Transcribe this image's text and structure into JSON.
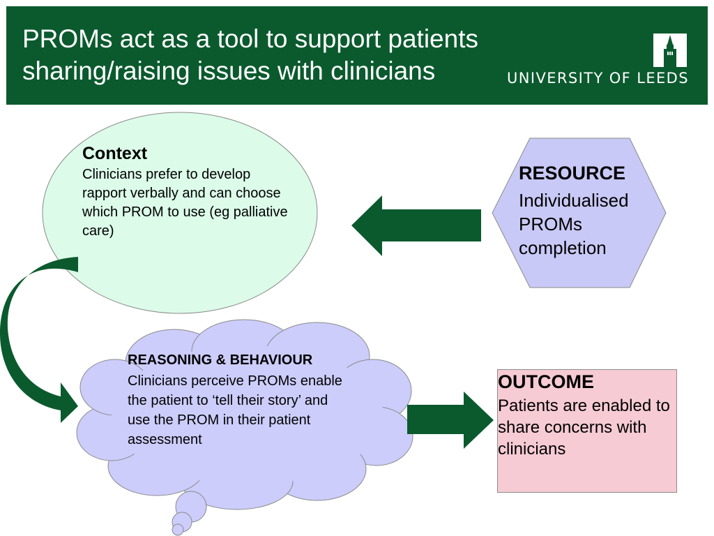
{
  "header": {
    "title_line1": "PROMs act as a tool to support patients",
    "title_line2": "sharing/raising issues with clinicians",
    "logo_text": "UNIVERSITY OF LEEDS",
    "background_color": "#0b5a2e"
  },
  "context": {
    "heading": "Context",
    "body": "Clinicians prefer to develop rapport verbally and can choose which PROM to use (eg palliative care)",
    "fill_color": "#dcfbe9"
  },
  "resource": {
    "heading": "RESOURCE",
    "body": "Individualised PROMs completion",
    "fill_color": "#c9c9f7"
  },
  "reasoning": {
    "heading": "REASONING & BEHAVIOUR",
    "body": "Clinicians perceive PROMs enable the patient to ‘tell their story’ and use the PROM in their patient assessment",
    "fill_color": "#cccdfb"
  },
  "outcome": {
    "heading": "OUTCOME",
    "body": "Patients are enabled to share concerns with clinicians",
    "fill_color": "#f6cbd4"
  },
  "arrows": {
    "color": "#0b5a2e",
    "items": [
      "resource-to-context",
      "context-to-reasoning",
      "reasoning-to-outcome"
    ]
  }
}
